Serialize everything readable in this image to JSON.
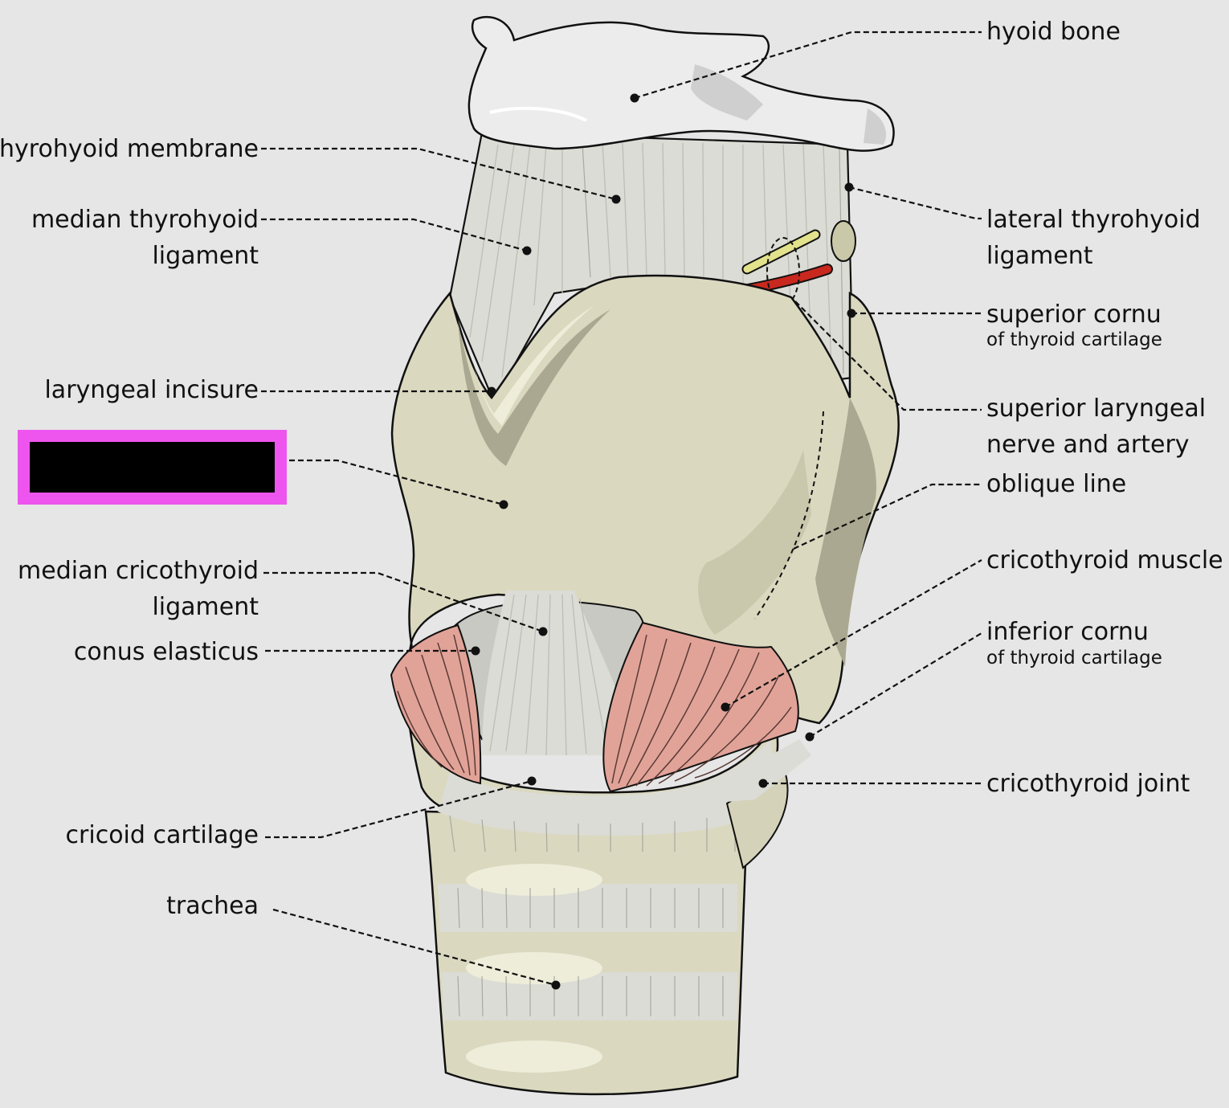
{
  "labels": {
    "hyoid_bone": "hyoid bone",
    "thyrohyoid_membrane": "thyrohyoid membrane",
    "median_thyrohyoid_1": "median thyrohyoid",
    "median_thyrohyoid_2": "ligament",
    "laryngeal_incisure": "laryngeal incisure",
    "median_cricothyroid_1": "median cricothyroid",
    "median_cricothyroid_2": "ligament",
    "conus_elasticus": "conus elasticus",
    "cricoid_cartilage": "cricoid cartilage",
    "trachea": "trachea",
    "lateral_thyrohyoid_1": "lateral thyrohyoid",
    "lateral_thyrohyoid_2": "ligament",
    "superior_cornu": "superior cornu",
    "superior_cornu_sub": "of thyroid cartilage",
    "superior_laryngeal_1": "superior laryngeal",
    "superior_laryngeal_2": "nerve and artery",
    "oblique_line": "oblique line",
    "cricothyroid_muscle": "cricothyroid muscle",
    "inferior_cornu": "inferior cornu",
    "inferior_cornu_sub": "of thyroid cartilage",
    "cricothyroid_joint": "cricothyroid joint"
  },
  "redacted_label": {
    "fill": "#000000",
    "border": "#ee55ee"
  },
  "colors": {
    "background": "#e6e6e6",
    "hyoid": "#ececec",
    "membrane": "#dcdcd6",
    "cartilage": "#dad8bf",
    "cartilage_shade": "#aaa890",
    "muscle": "#e1a398",
    "nerve": "#e3e28c",
    "artery": "#c8281e"
  }
}
